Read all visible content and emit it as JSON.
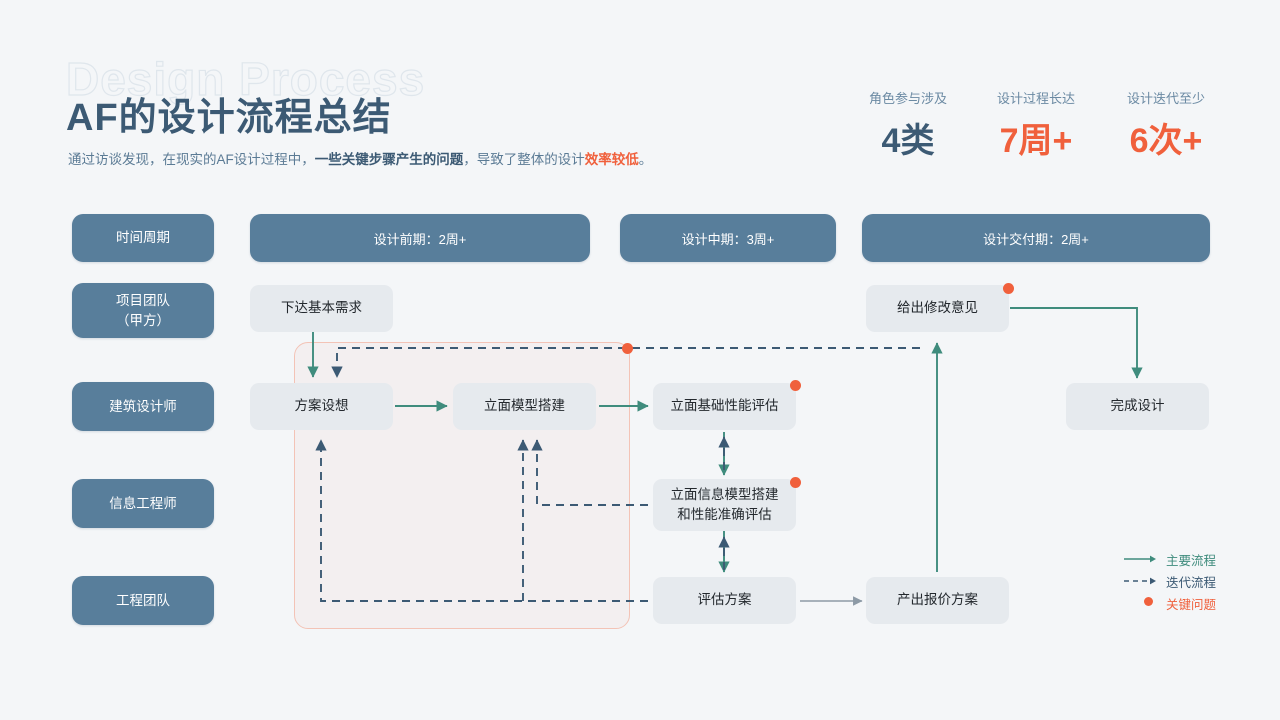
{
  "header": {
    "watermark": "Design Process",
    "title": "AF的设计流程总结",
    "subtitle_part1": "通过访谈发现，在现实的AF设计过程中，",
    "subtitle_bold": "一些关键步骤产生的问题",
    "subtitle_part2": "，导致了整体的设计",
    "subtitle_highlight": "效率较低",
    "subtitle_end": "。"
  },
  "stats": [
    {
      "caption": "角色参与涉及",
      "value": "4类",
      "color": "#3c5a74",
      "style": "blue"
    },
    {
      "caption": "设计过程长达",
      "value": "7周+",
      "color": "#f0603c",
      "style": "orange"
    },
    {
      "caption": "设计迭代至少",
      "value": "6次+",
      "color": "#f0603c",
      "style": "orange"
    }
  ],
  "roles": [
    {
      "label": "时间周期"
    },
    {
      "label": "项目团队\n（甲方）"
    },
    {
      "label": "建筑设计师"
    },
    {
      "label": "信息工程师"
    },
    {
      "label": "工程团队"
    }
  ],
  "phases": [
    {
      "label": "设计前期：2周+"
    },
    {
      "label": "设计中期：3周+"
    },
    {
      "label": "设计交付期：2周+"
    }
  ],
  "nodes": [
    {
      "id": "n1",
      "label": "下达基本需求",
      "key_problem": false
    },
    {
      "id": "n2",
      "label": "方案设想",
      "key_problem": false
    },
    {
      "id": "n3",
      "label": "立面模型搭建",
      "key_problem": false
    },
    {
      "id": "n4",
      "label": "立面基础性能评估",
      "key_problem": true
    },
    {
      "id": "n5",
      "label": "立面信息模型搭建\n和性能准确评估",
      "key_problem": true
    },
    {
      "id": "n6",
      "label": "评估方案",
      "key_problem": false
    },
    {
      "id": "n7",
      "label": "产出报价方案",
      "key_problem": false
    },
    {
      "id": "n8",
      "label": "给出修改意见",
      "key_problem": true
    },
    {
      "id": "n9",
      "label": "完成设计",
      "key_problem": false
    }
  ],
  "legend": [
    {
      "label": "主要流程",
      "type": "solid-arrow",
      "color": "#3f8c7d",
      "style": "teal"
    },
    {
      "label": "迭代流程",
      "type": "dashed-arrow",
      "color": "#3c5a74",
      "style": "blue"
    },
    {
      "label": "关键问题",
      "type": "dot",
      "color": "#f0603c",
      "style": "orange"
    }
  ],
  "colors": {
    "background": "#f4f6f8",
    "chip": "#587e9b",
    "node": "#e6eaee",
    "main_flow": "#3f8c7d",
    "iteration_flow": "#3c5a74",
    "key_problem": "#f0603c",
    "highlight_border": "#f3c3b6",
    "title": "#3c5a74"
  }
}
